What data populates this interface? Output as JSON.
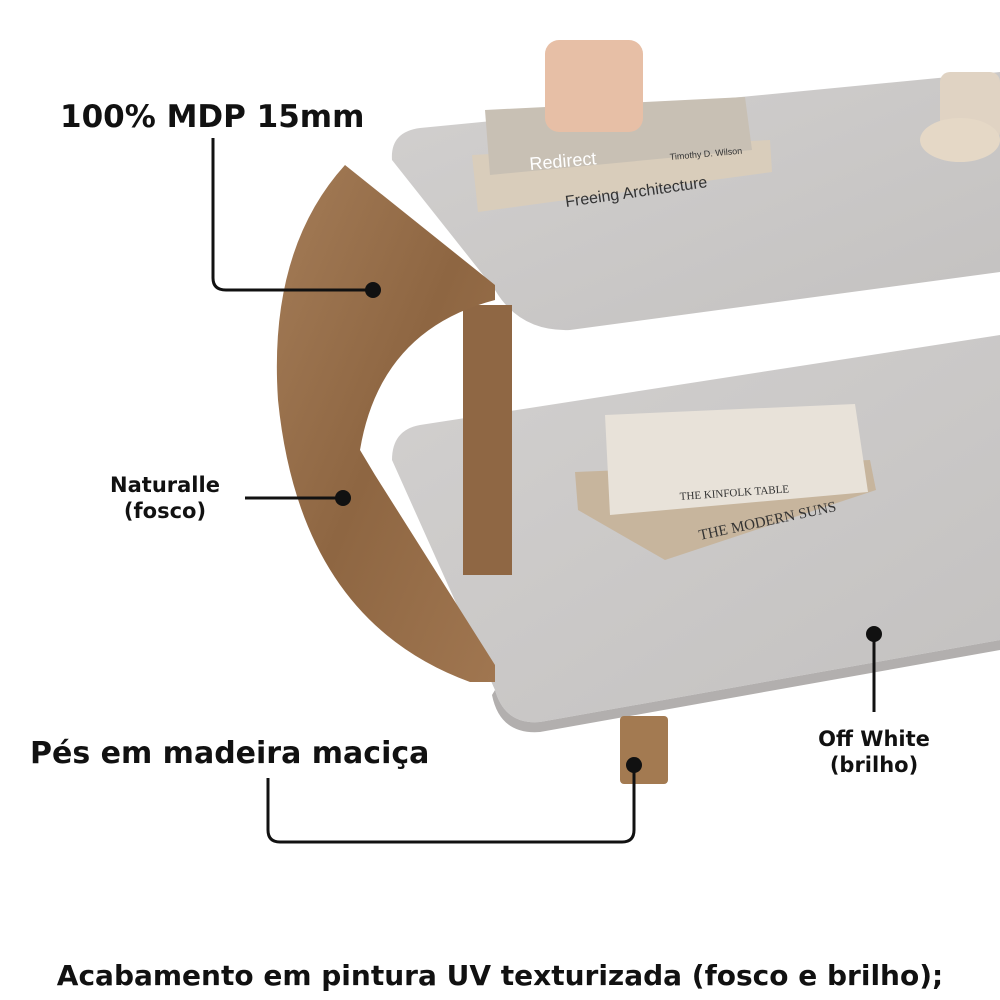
{
  "labels": {
    "material": "100% MDP 15mm",
    "wood_finish_line1": "Naturalle",
    "wood_finish_line2": "(fosco)",
    "feet": "Pés em madeira maciça",
    "paint_finish_line1": "Off White",
    "paint_finish_line2": "(brilho)",
    "footer": "Acabamento em pintura UV texturizada (fosco e brilho);"
  },
  "books": {
    "top_book1_title": "Redirect",
    "top_book1_author": "Timothy D. Wilson",
    "top_book2_title": "Freeing Architecture",
    "bottom_book1_title": "THE KINFOLK TABLE",
    "bottom_book2_title": "THE MODERN SUNS"
  },
  "colors": {
    "shelf": "#c9c7c6",
    "wood": "#9c7450",
    "line": "#111111"
  }
}
